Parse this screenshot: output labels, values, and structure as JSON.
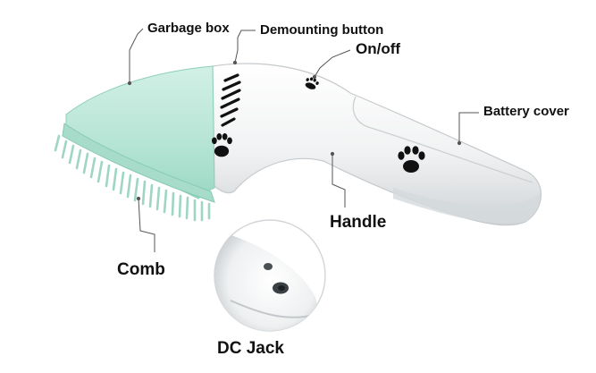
{
  "labels": {
    "garbage_box": "Garbage box",
    "demounting_button": "Demounting button",
    "on_off": "On/off",
    "battery_cover": "Battery cover",
    "handle": "Handle",
    "comb": "Comb",
    "dc_jack": "DC Jack"
  },
  "colors": {
    "body": "#f4f5f6",
    "body_shadow": "#d9dcdf",
    "mint": "#b9e6d7",
    "mint_dark": "#8fd2bd",
    "paw": "#111111",
    "leader": "#555555"
  },
  "icons": [
    "paw-print-icon",
    "paw-print-icon",
    "paw-print-icon",
    "stripe-grip"
  ]
}
